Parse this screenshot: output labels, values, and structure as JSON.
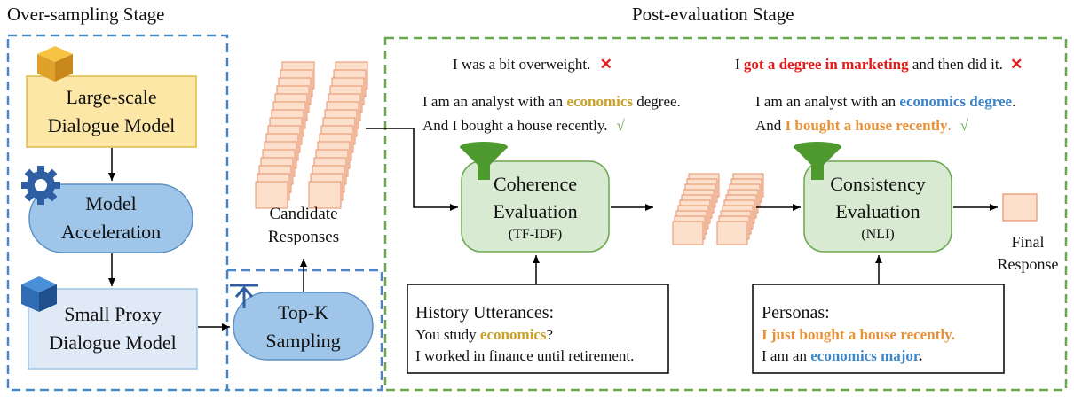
{
  "colors": {
    "blue_dash": "#4a86c8",
    "green_dash": "#6aa84f",
    "title_blue": "#3d7ec2",
    "title_green": "#5b9a3a",
    "yellow_fill": "#fde7a6",
    "yellow_stroke": "#e0b84a",
    "blue_fill": "#9fc5e8",
    "blue_stroke": "#5b8fc2",
    "lightblue_fill": "#dfeaf6",
    "green_fill": "#d9ead3",
    "green_stroke": "#6aa84f",
    "card_fill": "#fce0cc",
    "card_stroke": "#e8906a",
    "gold": "#c9a227",
    "steelblue": "#3d85c6",
    "orange": "#e69138",
    "red": "#e31b1b",
    "check": "#6aa84f"
  },
  "stages": {
    "oversampling": "Over-sampling Stage",
    "post_eval": "Post-evaluation Stage"
  },
  "left": {
    "large_model": [
      "Large-scale",
      "Dialogue Model"
    ],
    "acceleration": [
      "Model",
      "Acceleration"
    ],
    "proxy": [
      "Small Proxy",
      "Dialogue Model"
    ],
    "topk": [
      "Top-K",
      "Sampling"
    ],
    "candidates": [
      "Candidate",
      "Responses"
    ]
  },
  "icons": {
    "cube": "cube-icon",
    "gear": "gear-icon",
    "funnel": "funnel-icon",
    "topk": "top-k-icon"
  },
  "coherence": {
    "title": [
      "Coherence",
      "Evaluation"
    ],
    "method": "(TF-IDF)"
  },
  "consistency": {
    "title": [
      "Consistency",
      "Evaluation"
    ],
    "method": "(NLI)"
  },
  "final": [
    "Final",
    "Response"
  ],
  "examples": {
    "coh_bad": "I was a bit overweight.",
    "coh_good_1a": "I am an analyst with an ",
    "coh_good_1b": "economics",
    "coh_good_1c": " degree.",
    "coh_good_2": "And I bought a house recently.",
    "con_bad_a": "I ",
    "con_bad_b": "got a degree in marketing",
    "con_bad_c": " and then did it.",
    "con_good_1a": "I am an analyst with an ",
    "con_good_1b": "economics degree",
    "con_good_1c": ".",
    "con_good_2a": "And ",
    "con_good_2b": "I bought a house recently",
    "con_good_2c": ".",
    "cross": "✕",
    "check": "√"
  },
  "history": {
    "title": "History Utterances:",
    "line1a": "You study ",
    "line1b": "economics",
    "line1c": "?",
    "line2": "I worked in finance until retirement."
  },
  "personas": {
    "title": "Personas:",
    "line1": "I just bought a house recently.",
    "line2a": "I am an ",
    "line2b": "economics major",
    "line2c": "."
  }
}
